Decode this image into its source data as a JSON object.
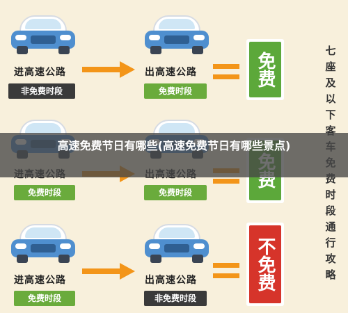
{
  "rows": [
    {
      "enter_label": "进高速公路",
      "enter_badge": "非免费时段",
      "exit_label": "出高速公路",
      "exit_badge": "免费时段",
      "result": "免费"
    },
    {
      "enter_label": "进高速公路",
      "enter_badge": "免费时段",
      "exit_label": "出高速公路",
      "exit_badge": "免费时段",
      "result": "免费"
    },
    {
      "enter_label": "进高速公路",
      "enter_badge": "免费时段",
      "exit_label": "出高速公路",
      "exit_badge": "非免费时段",
      "result": "不免费"
    }
  ],
  "side_title": "七座及以下客车免费时段通行攻略",
  "overlay_title": "高速免费节日有哪些(高速免费节日有哪些景点)",
  "colors": {
    "background": "#f8f0dc",
    "arrow": "#f39519",
    "free_green": "#5ca83a",
    "not_free_red": "#d6342a",
    "badge_dark": "#3a3a3a",
    "badge_green": "#6aab3c",
    "car_blue": "#4f8fcf"
  }
}
